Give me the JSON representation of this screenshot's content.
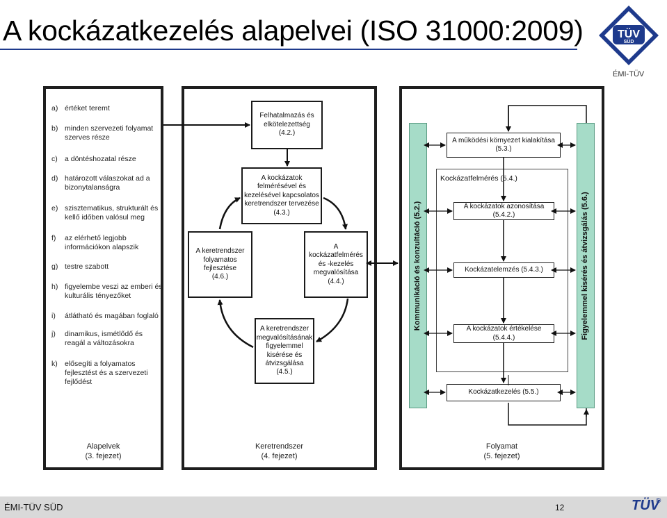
{
  "title": "A kockázatkezelés alapelvei  (ISO 31000:2009)",
  "logo": {
    "text": "TÜV",
    "subtext": "SÜD",
    "caption": "ÉMI-TÜV",
    "color": "#1e3a8c"
  },
  "principles": {
    "items": [
      {
        "key": "a)",
        "text": "értéket teremt"
      },
      {
        "key": "b)",
        "text": "minden szervezeti folyamat szerves része"
      },
      {
        "key": "c)",
        "text": "a döntéshozatal része"
      },
      {
        "key": "d)",
        "text": "határozott válaszokat ad a bizonytalanságra"
      },
      {
        "key": "e)",
        "text": "szisztematikus, strukturált és kellő időben valósul meg"
      },
      {
        "key": "f)",
        "text": "az elérhető legjobb információkon alapszik"
      },
      {
        "key": "g)",
        "text": "testre szabott"
      },
      {
        "key": "h)",
        "text": "figyelembe veszi az emberi és kulturális tényezőket"
      },
      {
        "key": "i)",
        "text": "átlátható és magában foglaló"
      },
      {
        "key": "j)",
        "text": "dinamikus, ismétlődő és reagál a változásokra"
      },
      {
        "key": "k)",
        "text": "elősegíti a folyamatos fejlesztést és a szervezeti fejlődést"
      }
    ],
    "caption": "Alapelvek\n(3. fejezet)"
  },
  "framework": {
    "mandate": "Felhatalmazás és\nelkötelezettség\n(4.2.)",
    "design": "A kockázatok\nfelmérésével és\nkezelésével kapcsolatos\nkeretrendszer tervezése\n(4.3.)",
    "implement": "A\nkockázatfelmérés\nés -kezelés\nmegvalósítása\n(4.4.)",
    "monitor": "A keretrendszer\nmegvalósításának\nfigyelemmel\nkisérése és\nátvizsgálása\n(4.5.)",
    "improve": "A keretrendszer\nfolyamatos\nfejlesztése\n(4.6.)",
    "caption": "Keretrendszer\n(4. fejezet)"
  },
  "process": {
    "communication": "Kommunikáció és konzultáció (5.2.)",
    "monitoring": "Figyelemmel kisérés és átvizsgálás (5.6.)",
    "context": "A működési környezet kialakítása\n(5.3.)",
    "assessment_label": "Kockázatfelmérés (5.4.)",
    "identification": "A kockázatok azonosítása\n(5.4.2.)",
    "analysis": "Kockázatelemzés (5.4.3.)",
    "evaluation": "A kockázatok értékelése\n(5.4.4.)",
    "treatment": "Kockázatkezelés (5.5.)",
    "caption": "Folyamat\n(5. fejezet)"
  },
  "footer": {
    "org": "ÉMI-TÜV SÜD",
    "page": "12",
    "logo": "TÜV",
    "registered": "®"
  },
  "colors": {
    "accent": "#1e3a8c",
    "side_bar": "#a6dcc8",
    "footer_bg": "#d9d9d9"
  }
}
